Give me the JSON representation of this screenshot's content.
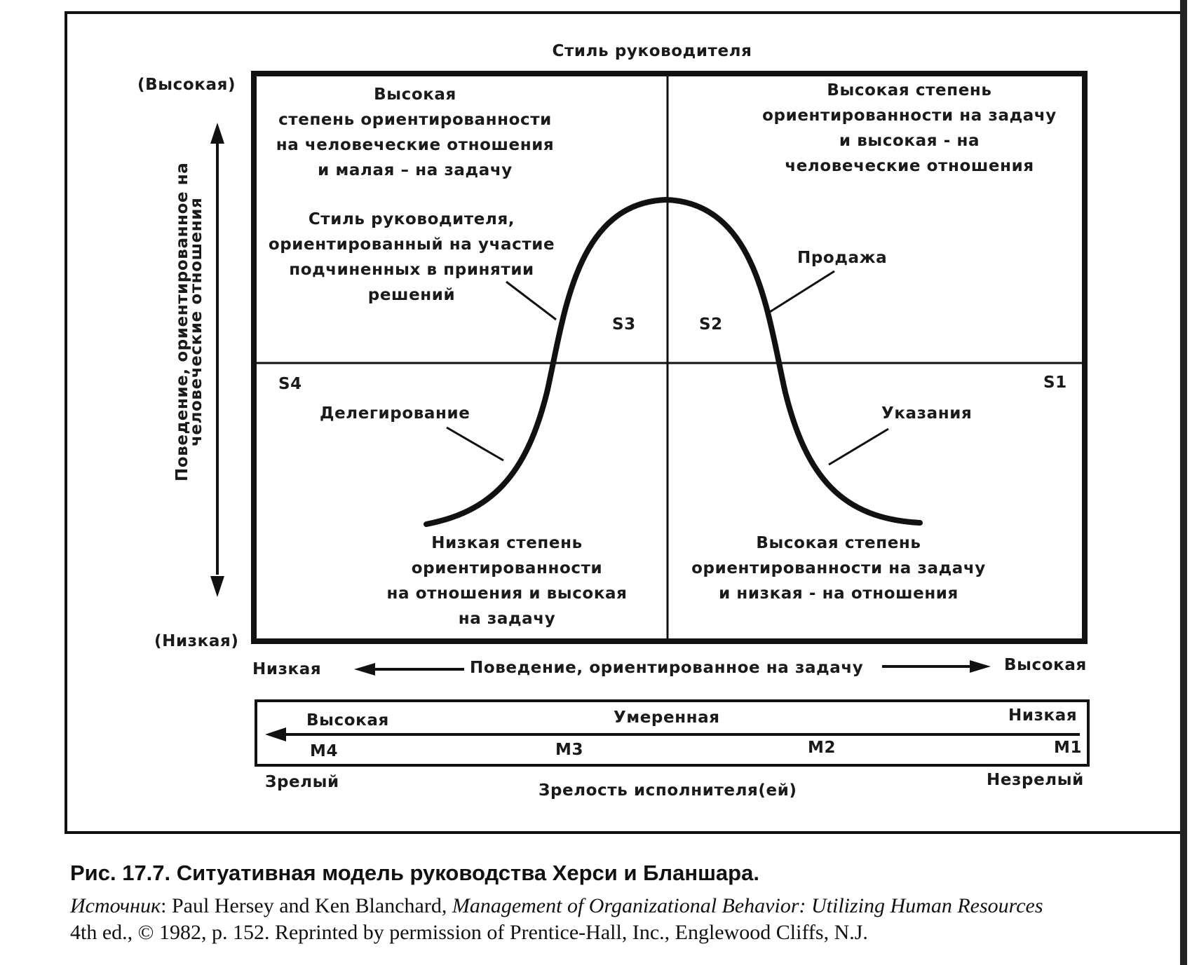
{
  "diagram": {
    "top_title": "Стиль руководителя",
    "y_axis": {
      "high": "(Высокая)",
      "low": "(Низкая)",
      "label_line1": "Поведение, ориентированное на",
      "label_line2": "человеческие отношения"
    },
    "x_axis": {
      "low": "Низкая",
      "high": "Высокая",
      "label": "Поведение, ориентированное на задачу"
    },
    "quadrants": {
      "top_left": "Высокая\nстепень ориентированности\nна человеческие отношения\nи малая – на задачу",
      "top_right": "Высокая степень\nориентированности на задачу\nи высокая - на\nчеловеческие отношения",
      "bottom_left": "Низкая степень\nориентированности\nна отношения и высокая\nна задачу",
      "bottom_right": "Высокая степень\nориентированности на задачу\nи низкая - на отношения"
    },
    "styles": {
      "participating": "Стиль руководителя,\nориентированный на участие\nподчиненных в принятии\nрешений",
      "selling": "Продажа",
      "delegating": "Делегирование",
      "telling": "Указания"
    },
    "style_codes": {
      "s1": "S1",
      "s2": "S2",
      "s3": "S3",
      "s4": "S4"
    },
    "maturity": {
      "high": "Высокая",
      "moderate": "Умеренная",
      "low": "Низкая",
      "m4": "M4",
      "m3": "M3",
      "m2": "M2",
      "m1": "M1",
      "mature": "Зрелый",
      "immature": "Незрелый",
      "label": "Зрелость исполнителя(ей)"
    }
  },
  "caption": {
    "title": "Рис. 17.7. Ситуативная модель руководства Херси и Бланшара.",
    "source_prefix": "Источник",
    "source_authors": ": Paul Hersey and Ken Blanchard, ",
    "source_book": "Management of Organizational Behavior: Utilizing Human Resources",
    "source_line2": "4th ed.,  © 1982, p. 152. Reprinted by permission of Prentice-Hall, Inc., Englewood Cliffs, N.J."
  }
}
